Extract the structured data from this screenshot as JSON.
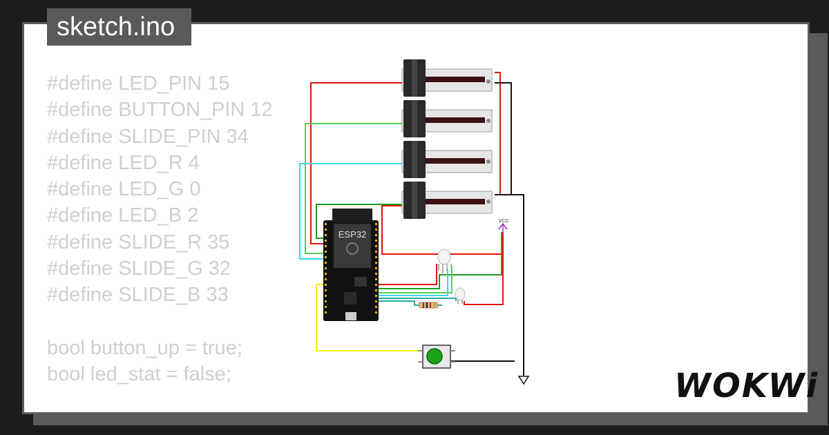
{
  "file_tab": {
    "label": "sketch.ino"
  },
  "code": {
    "lines": [
      "#define LED_PIN 15",
      "#define BUTTON_PIN 12",
      "#define SLIDE_PIN 34",
      "#define LED_R 4",
      "#define LED_G 0",
      "#define LED_B 2",
      "#define SLIDE_R 35",
      "#define SLIDE_G 32",
      "#define SLIDE_B 33",
      "",
      "bool button_up = true;",
      "bool led_stat = false;"
    ]
  },
  "circuit": {
    "board_label": "ESP32",
    "vcc_label": "VCC",
    "slider_count": 4,
    "wire_colors": {
      "red": "#e3120b",
      "green": "#1e9e1e",
      "light_green": "#55cc55",
      "cyan": "#33d8e8",
      "yellow": "#f4f000",
      "black": "#111111",
      "purple": "#9b30d0"
    }
  },
  "brand": {
    "logo_text": "WOKWi"
  }
}
